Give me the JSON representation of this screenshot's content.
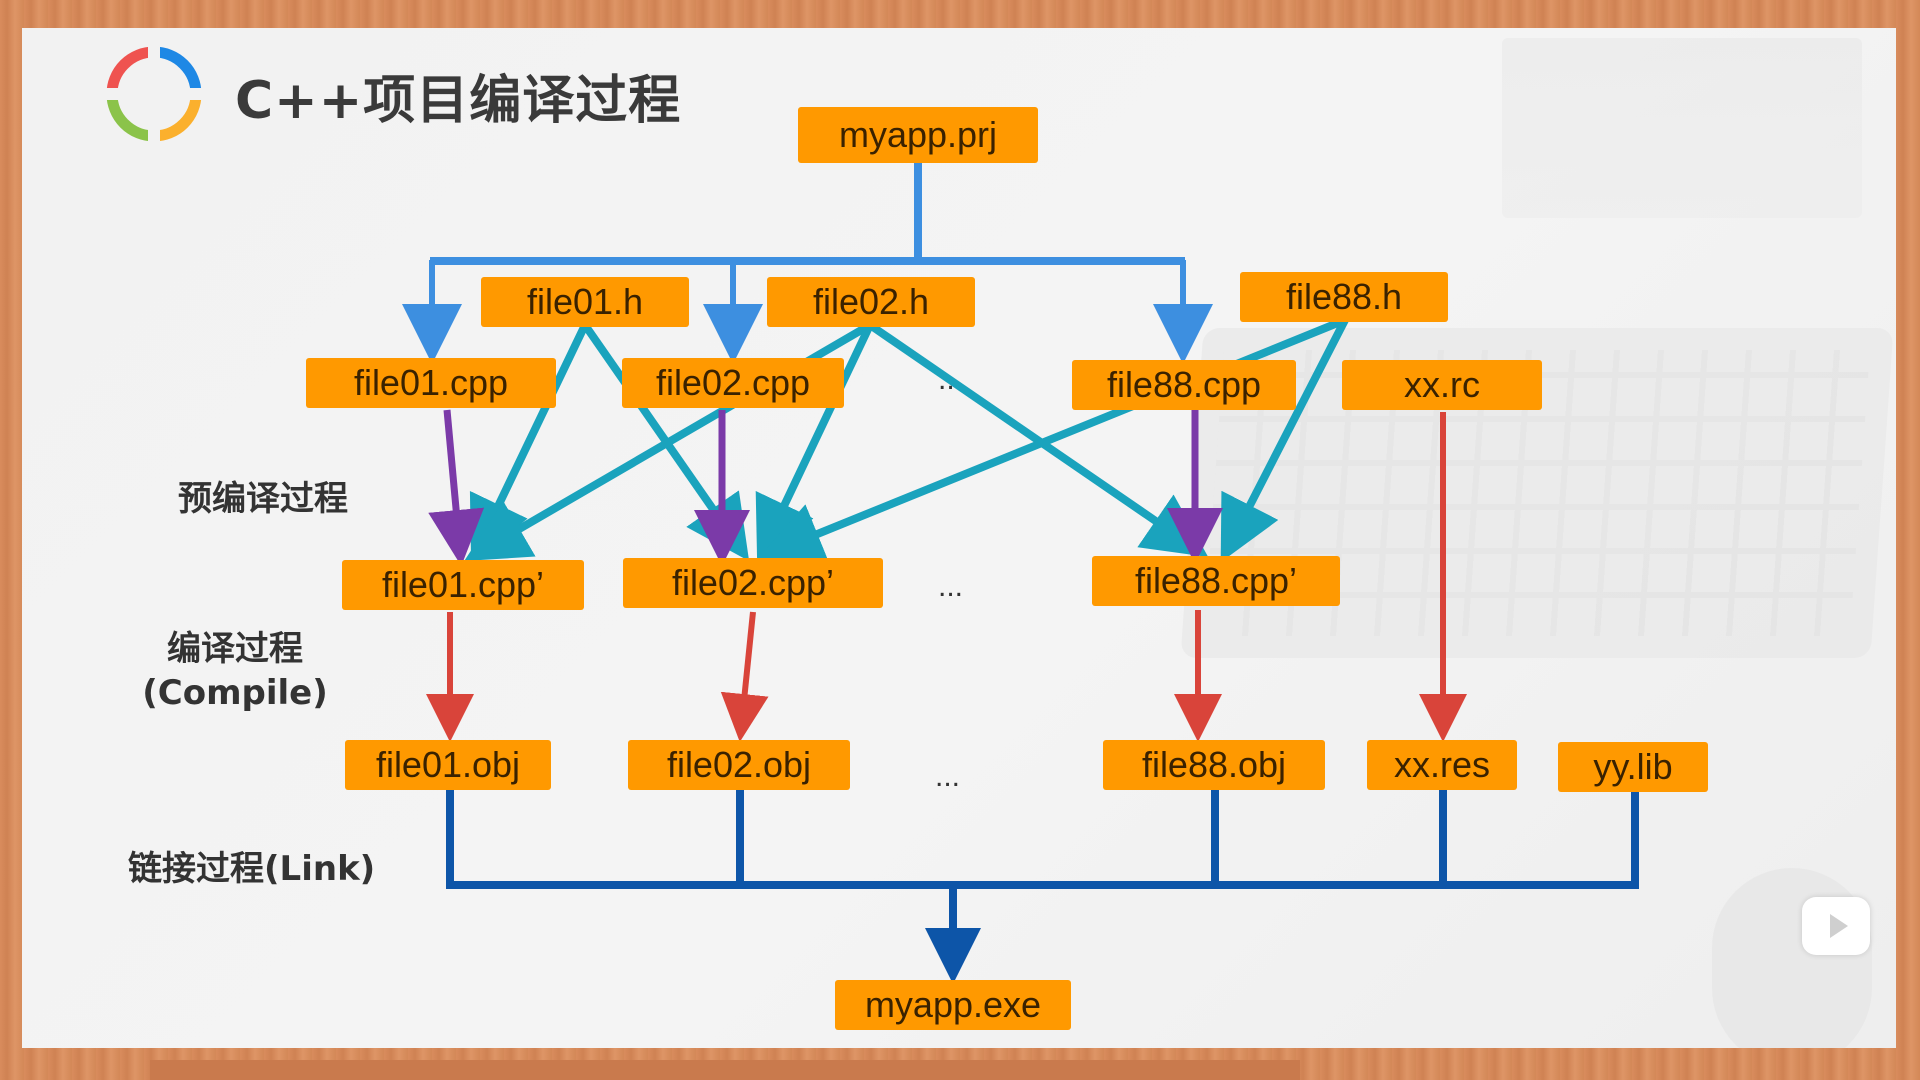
{
  "title": "C++项目编译过程",
  "nodes": {
    "prj": "myapp.prj",
    "h1": "file01.h",
    "h2": "file02.h",
    "h88": "file88.h",
    "cpp1": "file01.cpp",
    "cpp2": "file02.cpp",
    "cpp88": "file88.cpp",
    "rc": "xx.rc",
    "pp1": "file01.cpp’",
    "pp2": "file02.cpp’",
    "pp88": "file88.cpp’",
    "obj1": "file01.obj",
    "obj2": "file02.obj",
    "obj88": "file88.obj",
    "res": "xx.res",
    "lib": "yy.lib",
    "exe": "myapp.exe"
  },
  "stages": {
    "preprocess": "预编译过程",
    "compile_line1": "编译过程",
    "compile_line2": "(Compile)",
    "link": "链接过程(Link)"
  },
  "ellipsis": {
    "row1": "..",
    "row2": "...",
    "row3": "..."
  },
  "colors": {
    "node_fill": "#ff9900",
    "project_arrow": "#3d8fe0",
    "include_arrow": "#1aa3bd",
    "preprocess_arrow": "#7b3aa8",
    "compile_arrow": "#d9443a",
    "link_line": "#0d55a8"
  },
  "icons": {
    "logo": "circular-logo-icon",
    "watermark": "video-play-icon"
  }
}
